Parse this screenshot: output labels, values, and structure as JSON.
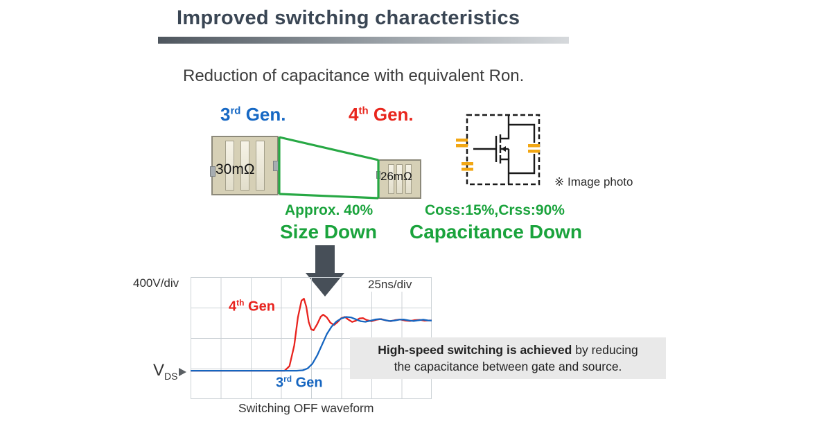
{
  "colors": {
    "gen3_blue": "#1668c4",
    "gen4_red": "#e8261d",
    "highlight_green": "#1aa33c",
    "title_gray": "#3a4654",
    "trace_red": "#e8231e",
    "trace_blue": "#1565c0",
    "capacitor_orange": "#f2a714"
  },
  "slide": {
    "title": "Improved switching characteristics",
    "subtitle": "Reduction of capacitance with equivalent Ron."
  },
  "comparison": {
    "gen3": {
      "num": "3",
      "sup": "rd",
      "rest": " Gen."
    },
    "gen4": {
      "num": "4",
      "sup": "th",
      "rest": " Gen."
    },
    "chip_large_label": "30mΩ",
    "chip_small_label": "26mΩ",
    "size_down": {
      "approx": "Approx. 40%",
      "label": "Size Down"
    },
    "capacitance_down": {
      "values": "Coss:15%,Crss:90%",
      "label": "Capacitance Down"
    },
    "image_photo_note": "※ Image photo"
  },
  "waveform": {
    "v_per_div_label": "400V/div",
    "t_per_div_label": "25ns/div",
    "gen4_label": {
      "num": "4",
      "sup": "th",
      "rest": " Gen"
    },
    "gen3_label": {
      "num": "3",
      "sup": "rd",
      "rest": " Gen"
    },
    "y_axis": {
      "symbol": "V",
      "subscript": "DS"
    },
    "caption": "Switching OFF waveform"
  },
  "info_box": {
    "bold": "High-speed switching is achieved",
    "rest": " by reducing",
    "line2": "the capacitance between gate and source."
  },
  "chart_data": {
    "type": "line",
    "title": "Switching OFF waveform",
    "x_unit": "ns",
    "y_unit": "V",
    "ns_per_div": 25,
    "v_per_div": 400,
    "x_divisions": 8,
    "y_divisions": 4,
    "zero_line_from_top_div": 3.07,
    "grid": true,
    "series": [
      {
        "name": "4th Gen",
        "color": "#e8231e",
        "points": [
          [
            0,
            0
          ],
          [
            70,
            0
          ],
          [
            78,
            0
          ],
          [
            82,
            60
          ],
          [
            86,
            330
          ],
          [
            89,
            700
          ],
          [
            92,
            920
          ],
          [
            94,
            945
          ],
          [
            96,
            840
          ],
          [
            98,
            640
          ],
          [
            100,
            545
          ],
          [
            102,
            530
          ],
          [
            105,
            610
          ],
          [
            108,
            710
          ],
          [
            110,
            735
          ],
          [
            113,
            700
          ],
          [
            116,
            630
          ],
          [
            119,
            600
          ],
          [
            122,
            640
          ],
          [
            125,
            690
          ],
          [
            128,
            705
          ],
          [
            131,
            670
          ],
          [
            134,
            640
          ],
          [
            137,
            655
          ],
          [
            140,
            685
          ],
          [
            143,
            690
          ],
          [
            146,
            665
          ],
          [
            150,
            650
          ],
          [
            154,
            668
          ],
          [
            158,
            678
          ],
          [
            162,
            660
          ],
          [
            166,
            650
          ],
          [
            170,
            665
          ],
          [
            174,
            672
          ],
          [
            178,
            658
          ],
          [
            182,
            652
          ],
          [
            186,
            664
          ],
          [
            190,
            668
          ],
          [
            194,
            656
          ],
          [
            198,
            660
          ],
          [
            200,
            660
          ]
        ]
      },
      {
        "name": "3rd Gen",
        "color": "#1565c0",
        "points": [
          [
            0,
            0
          ],
          [
            88,
            0
          ],
          [
            93,
            5
          ],
          [
            97,
            30
          ],
          [
            101,
            90
          ],
          [
            105,
            200
          ],
          [
            109,
            340
          ],
          [
            113,
            480
          ],
          [
            117,
            580
          ],
          [
            121,
            645
          ],
          [
            125,
            685
          ],
          [
            129,
            705
          ],
          [
            133,
            700
          ],
          [
            137,
            675
          ],
          [
            141,
            650
          ],
          [
            145,
            642
          ],
          [
            149,
            655
          ],
          [
            153,
            672
          ],
          [
            157,
            678
          ],
          [
            161,
            665
          ],
          [
            165,
            652
          ],
          [
            169,
            658
          ],
          [
            173,
            670
          ],
          [
            177,
            672
          ],
          [
            181,
            660
          ],
          [
            185,
            652
          ],
          [
            189,
            662
          ],
          [
            193,
            670
          ],
          [
            197,
            660
          ],
          [
            200,
            658
          ]
        ]
      }
    ]
  }
}
